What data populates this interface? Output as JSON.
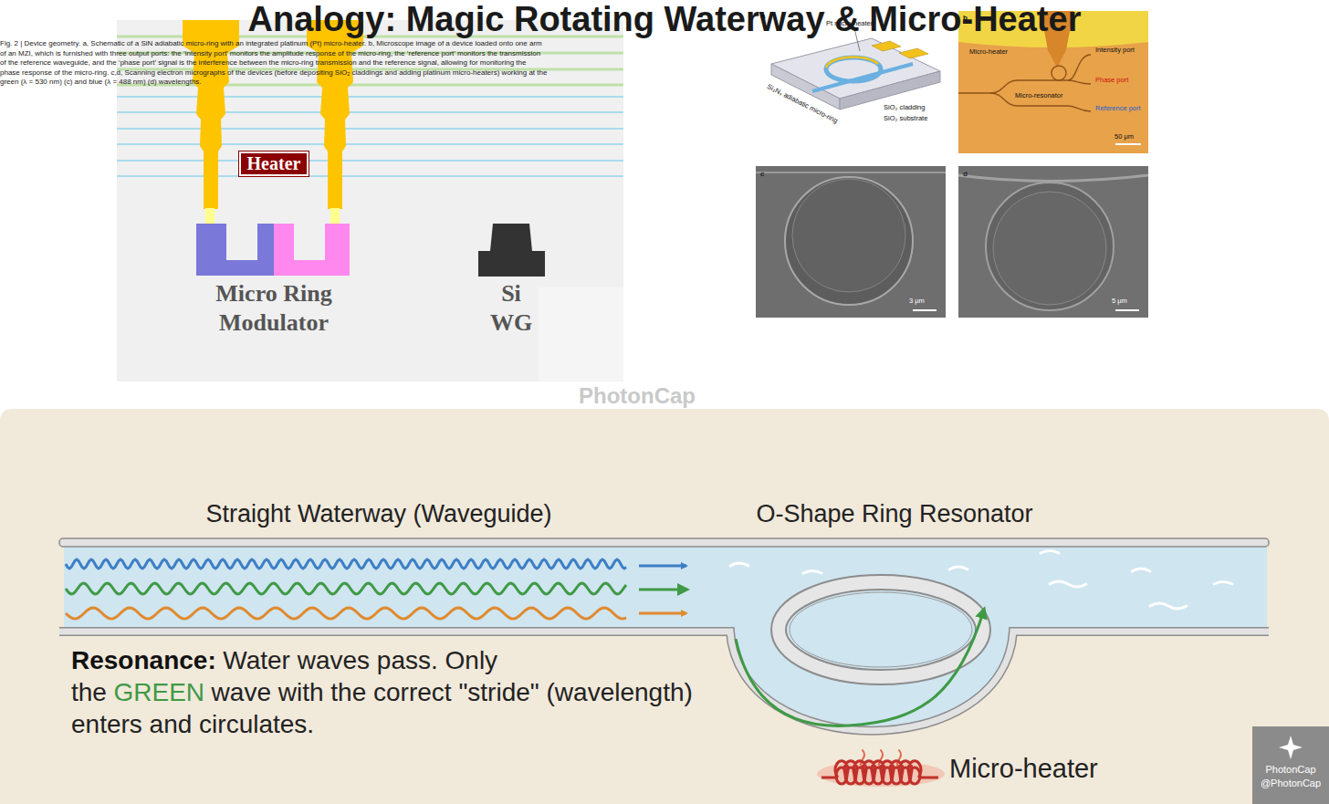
{
  "diagram": {
    "title": "Analogy: Magic Rotating Waterway & Micro-Heater",
    "caption": "Fig. 2 | Device geometry. a, Schematic of a SiN adiabatic micro-ring with an integrated platinum (Pt) micro-heater. b, Microscope image of a device loaded onto one arm of an MZI, which is furnished with three output ports: the ‘intensity port’ monitors the amplitude response of the micro-ring, the ‘reference port’ monitors the transmission of the reference waveguide, and the ‘phase port’ signal is the interference between the micro-ring transmission and the reference signal, allowing for monitoring the phase response of the micro-ring. c,d, Scanning electron micrographs of the devices (before depositing SiO₂ claddings and adding platinum micro-heaters) working at the green (λ = 530 nm) (c) and blue (λ = 488 nm) (d) wavelengths.",
    "nodes": [
      {
        "text": [
          "Heater"
        ]
      },
      {
        "text": [
          "PhotonCap",
          "@PhotonCap"
        ]
      }
    ],
    "labels": [
      "Micro Ring Modulator",
      "Si WG",
      "a",
      "Pt micro-heater",
      "Si₃N₄ adiabatic micro-ring",
      "SiO₂ cladding",
      "SiO₂ substrate",
      "b",
      "Micro-heater",
      "Intensity port",
      "Phase port",
      "Micro-resonator",
      "Reference port",
      "50 μm",
      "c",
      "3 μm",
      "d",
      "5 μm",
      "PhotonCap",
      "Straight Waterway (Waveguide)",
      "O-Shape Ring Resonator",
      "Resonance:",
      "Water waves pass. Only the",
      "GREEN",
      "wave with the correct \"stride\" (wavelength) enters and circulates.",
      "Micro-heater"
    ]
  }
}
